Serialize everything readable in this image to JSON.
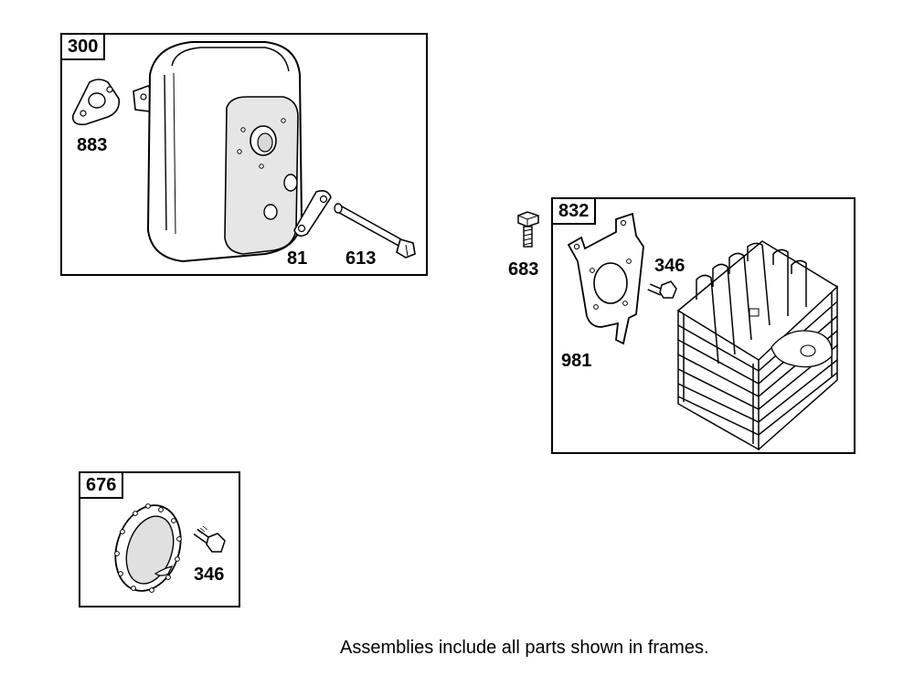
{
  "assemblies": [
    {
      "number": "300",
      "parts": [
        "883",
        "81",
        "613"
      ]
    },
    {
      "number": "832",
      "parts": [
        "683",
        "346",
        "981"
      ]
    },
    {
      "number": "676",
      "parts": [
        "346"
      ]
    }
  ],
  "footnote": "Assemblies include all parts shown in frames.",
  "icons": [
    "muffler-icon",
    "gasket-icon",
    "bolt-icon",
    "bracket-icon",
    "muffler-guard-icon",
    "deflector-icon"
  ]
}
